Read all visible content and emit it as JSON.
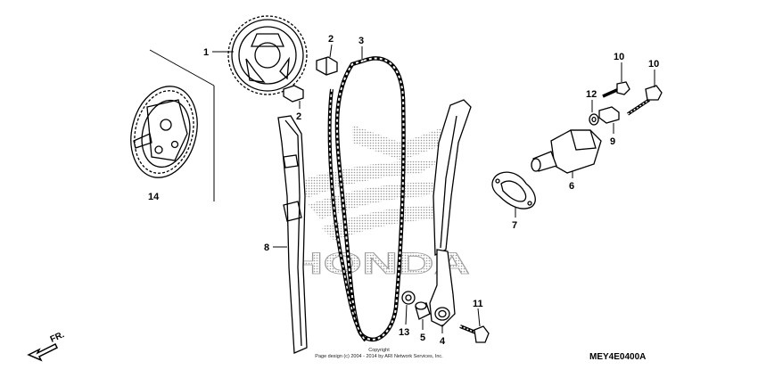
{
  "callouts": {
    "p1": "1",
    "p2a": "2",
    "p2b": "2",
    "p3": "3",
    "p4": "4",
    "p5": "5",
    "p6": "6",
    "p7": "7",
    "p8": "8",
    "p9": "9",
    "p10a": "10",
    "p10b": "10",
    "p11": "11",
    "p12": "12",
    "p13": "13",
    "p14": "14"
  },
  "diagram_code": "MEY4E0400A",
  "direction_label": "FR.",
  "watermark": "HONDA",
  "copyright": {
    "line1": "Copyright",
    "line2": "Page design (c) 2004 - 2014 by ARI Network Services, Inc."
  },
  "colors": {
    "ink": "#000000",
    "background": "#ffffff",
    "watermark": "#9a9a9a"
  }
}
